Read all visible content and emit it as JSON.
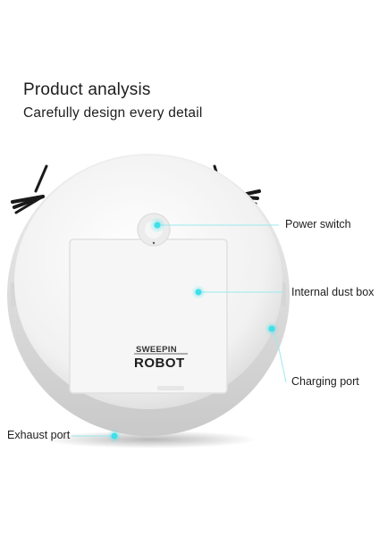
{
  "header": {
    "title": "Product analysis",
    "subtitle": "Carefully design every detail"
  },
  "product": {
    "brand_top": "SWEEPIN",
    "brand_bottom": "ROBOT",
    "body_color": "#f2f2f2",
    "brush_color": "#1a1a1a"
  },
  "callouts": {
    "power_switch": "Power switch",
    "internal_dust_box": "Internal dust box",
    "charging_port": "Charging port",
    "exhaust_port": "Exhaust port"
  },
  "colors": {
    "accent": "#3ee0ea",
    "line": "#9be9ef"
  }
}
